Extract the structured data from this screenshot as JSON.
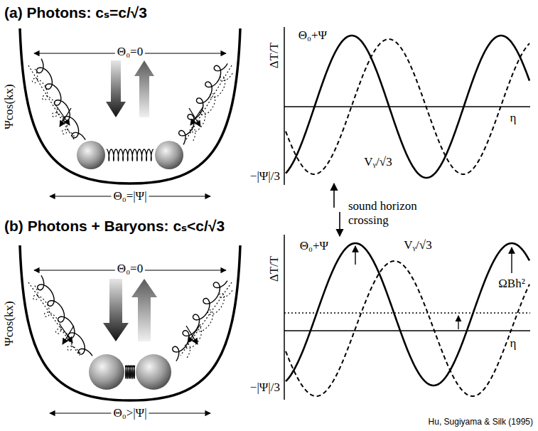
{
  "diagram": {
    "labels": [
      "(a) Photons: cₛ=c/√3",
      "Θ₀=0",
      "Ψcos(kx)",
      "Θ₀=|Ψ|",
      "ΔT/T",
      "Θ₀+Ψ",
      "Vᵧ/√3",
      "η",
      "−|Ψ|/3",
      "sound horizon crossing",
      "(b) Photons + Baryons: cₛ<c/√3",
      "Θ₀=0",
      "Ψcos(kx)",
      "Θ₀>|Ψ|",
      "ΔT/T",
      "Θ₀+Ψ",
      "Vᵧ/√3",
      "ΩBh²",
      "η",
      "−|Ψ|/3",
      "Hu, Sugiyama & Silk (1995)"
    ]
  }
}
